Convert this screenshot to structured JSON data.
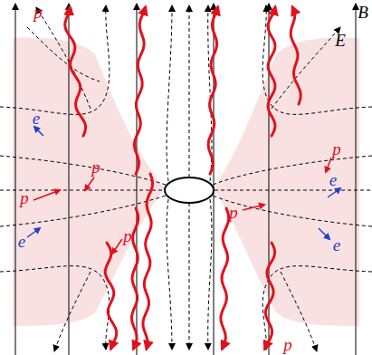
{
  "diagram": {
    "labels": [
      "p",
      "B",
      "E",
      "e",
      "p",
      "p",
      "p",
      "e",
      "p",
      "e",
      "p",
      "e",
      "p"
    ]
  }
}
